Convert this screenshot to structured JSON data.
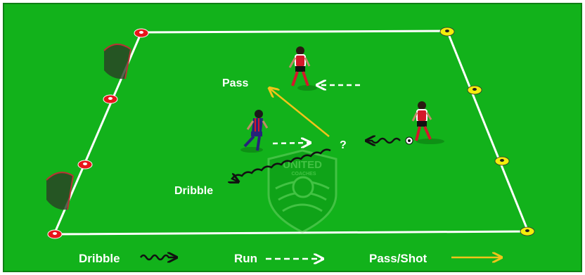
{
  "diagram": {
    "labels": {
      "pass": "Pass",
      "dribble": "Dribble",
      "question": "?"
    },
    "legend": {
      "dribble": "Dribble",
      "run": "Run",
      "pass_shot": "Pass/Shot"
    },
    "watermark": {
      "text_top": "UNITED",
      "text_sub": "COACHES"
    },
    "colors": {
      "field": "#12b21b",
      "field_border": "#0e7f14",
      "lines": "#ffffff",
      "red_cone": "#e8141b",
      "yellow_cone": "#f2ee0b",
      "pass_arrow": "#f0c419",
      "team_red": "#d4172a",
      "team_blue": "#27237a"
    }
  }
}
